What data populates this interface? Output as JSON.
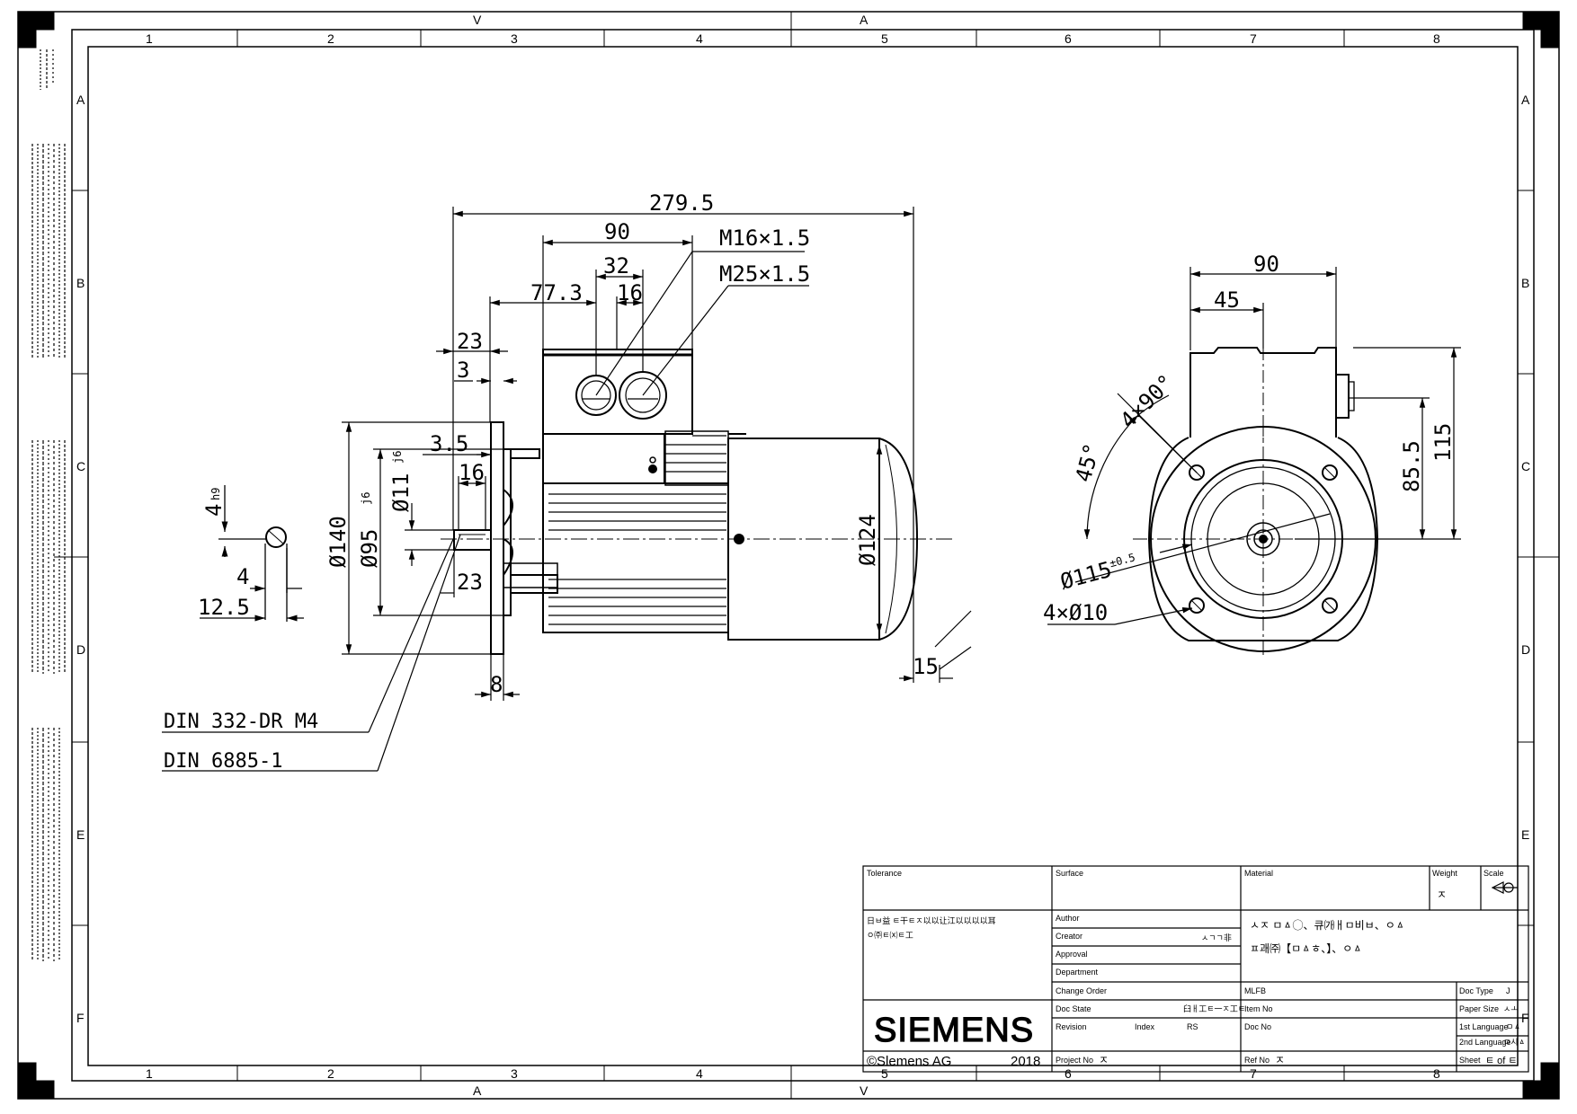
{
  "grid": {
    "columns": [
      "1",
      "2",
      "3",
      "4",
      "5",
      "6",
      "7",
      "8"
    ],
    "rows": [
      "A",
      "B",
      "C",
      "D",
      "E",
      "F"
    ],
    "top_markers": [
      "V",
      "A"
    ],
    "bottom_markers": [
      "A",
      "V"
    ]
  },
  "side_view": {
    "overall_length": "279.5",
    "terminal_box_width": "90",
    "thread_small": "M16×1.5",
    "gland_spacing": "32",
    "thread_large": "M25×1.5",
    "box_offset": "77.3",
    "gland_offset": "16",
    "shoulder_offset": "23",
    "flange_step": "3",
    "spigot_depth": "3.5",
    "key_length": "16",
    "flange_diameter": "Ø140",
    "spigot_diameter": "Ø95",
    "spigot_tolerance": "j6",
    "shaft_diameter": "Ø11",
    "shaft_tolerance": "j6",
    "shaft_length": "23",
    "flange_thickness": "8",
    "body_diameter": "Ø124",
    "end_chamfer": "15",
    "center_hole": "DIN 332-DR M4",
    "key_standard": "DIN 6885-1"
  },
  "key_section": {
    "key_width": "4",
    "key_width_tolerance": "h9",
    "key_height": "4",
    "shaft_section_width": "12.5"
  },
  "end_view": {
    "box_width": "90",
    "box_half": "45",
    "hole_pattern": "4×90°",
    "angle": "45°",
    "height_to_axis": "85.5",
    "box_height": "115",
    "pitch_circle": "Ø115",
    "pitch_tolerance": "±0.5",
    "holes": "4×Ø10"
  },
  "title_block": {
    "tolerance_label": "Tolerance",
    "surface_label": "Surface",
    "material_label": "Material",
    "weight_label": "Weight",
    "scale_label": "Scale",
    "weight_value": "ㅈ",
    "general_note_1": "日ㅂ益 ㅌ干ㅌㅈ以以让江以以以以耳",
    "general_note_2": "ㅇ㈜ㅌ⒳ㅌ工",
    "author_label": "Author",
    "creator_label": "Creator",
    "creator_value": "ㅅㄱㄱ非",
    "approval_label": "Approval",
    "department_label": "Department",
    "title_line_1": "ㅅㅈ ㅁㅿ◯、큐㈎ㅐㅁ비ㅂ、ㅇㅿ",
    "title_line_2": "ㅍ괘㈜【ㅁㅿㅎ、】、ㅇㅿ",
    "change_order_label": "Change Order",
    "mlfb_label": "MLFB",
    "doc_type_label": "Doc Type",
    "doc_type_value": "J",
    "doc_state_label": "Doc State",
    "doc_state_value": "臼ㅐ工ㅌ一ㅈ工ㅌ",
    "item_no_label": "Item No",
    "paper_size_label": "Paper Size",
    "paper_size_value": "ㅅㅗ",
    "revision_label": "Revision",
    "index_label": "Index",
    "rs_label": "RS",
    "doc_no_label": "Doc No",
    "lang1_label": "1st Language",
    "lang1_value": "ㅁㅿ",
    "lang2_label": "2nd Language",
    "lang2_value": "ㅁ시ㅿ",
    "project_no_label": "Project No",
    "project_no_value": "ㅈ",
    "ref_no_label": "Ref No",
    "ref_no_value": "ㅈ",
    "sheet_label": "Sheet",
    "sheet_value": "ㅌ of ㅌ",
    "brand": "SIEMENS",
    "copyright": "©Slemens AG",
    "year": "2018"
  }
}
